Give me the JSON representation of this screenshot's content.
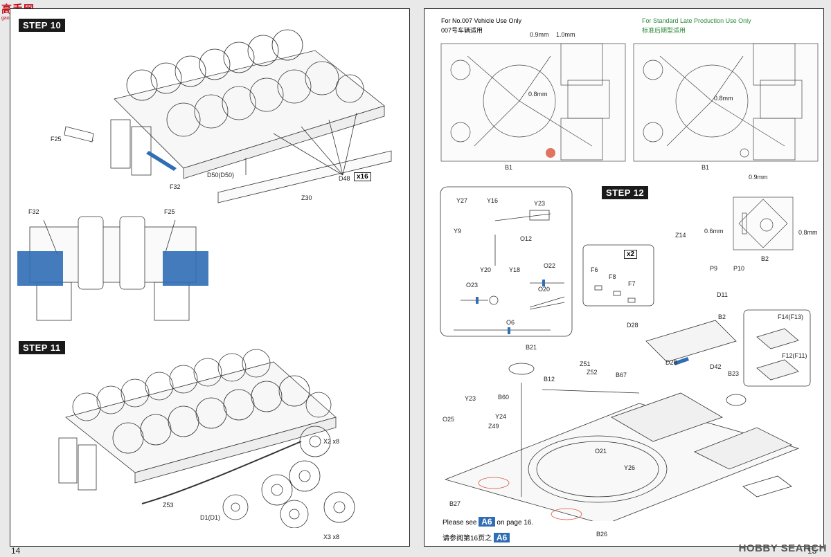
{
  "watermark_top": {
    "text": "高手网",
    "url": "gaoshou.com"
  },
  "watermark_bottom": "HOBBY SEARCH",
  "page_left": {
    "number": "14",
    "step10": {
      "title": "STEP 10",
      "labels": {
        "f25": "F25",
        "f32": "F32",
        "d50": "D50(D50)",
        "d48": "D48",
        "qty": "x16",
        "z30": "Z30"
      }
    },
    "detail": {
      "labels": {
        "f32": "F32",
        "f25": "F25"
      }
    },
    "step11": {
      "title": "STEP 11",
      "labels": {
        "x2": "X2  x8",
        "z53": "Z53",
        "d1": "D1(D1)",
        "x3": "X3  x8"
      }
    }
  },
  "page_right": {
    "number": "15",
    "note_007_en": "For No.007 Vehicle Use Only",
    "note_007_cn": "007号车辆适用",
    "note_std_en": "For Standard Late Production Use Only",
    "note_std_cn": "标准后期型适用",
    "drill": {
      "d09": "0.9mm",
      "d10": "1.0mm",
      "d08a": "0.8mm",
      "d08b": "0.8mm",
      "d09b": "0.9mm",
      "b1a": "B1",
      "b1b": "B1"
    },
    "step12": {
      "title": "STEP 12"
    },
    "inset_parts": {
      "y27": "Y27",
      "y16": "Y16",
      "y23": "Y23",
      "y9": "Y9",
      "o12": "O12",
      "y20": "Y20",
      "y18": "Y18",
      "o22": "O22",
      "o23": "O23",
      "o20": "O20",
      "o6": "O6"
    },
    "inset_f": {
      "qty": "x2",
      "f6": "F6",
      "f8": "F8",
      "f7": "F7"
    },
    "b2_detail": {
      "d06": "0.6mm",
      "d08": "0.8mm",
      "b2": "B2"
    },
    "main_parts": {
      "z14": "Z14",
      "p9": "P9",
      "p10": "P10",
      "d11": "D11",
      "d28a": "D28",
      "b2": "B2",
      "d28b": "D28",
      "d42": "D42",
      "b23": "B23",
      "b21": "B21",
      "z51": "Z51",
      "z52": "Z52",
      "b67": "B67",
      "b12": "B12",
      "y23": "Y23",
      "b60": "B60",
      "o25": "O25",
      "y24": "Y24",
      "z49": "Z49",
      "o21": "O21",
      "y26": "Y26",
      "b27": "B27",
      "b26": "B26"
    },
    "grille_inset": {
      "f14": "F14(F13)",
      "f12": "F12(F11)"
    },
    "footnote_en_prefix": "Please see",
    "footnote_ref": "A6",
    "footnote_en_suffix": "on page 16.",
    "footnote_cn": "请参阅第16页之",
    "footnote_cn_ref": "A6"
  }
}
